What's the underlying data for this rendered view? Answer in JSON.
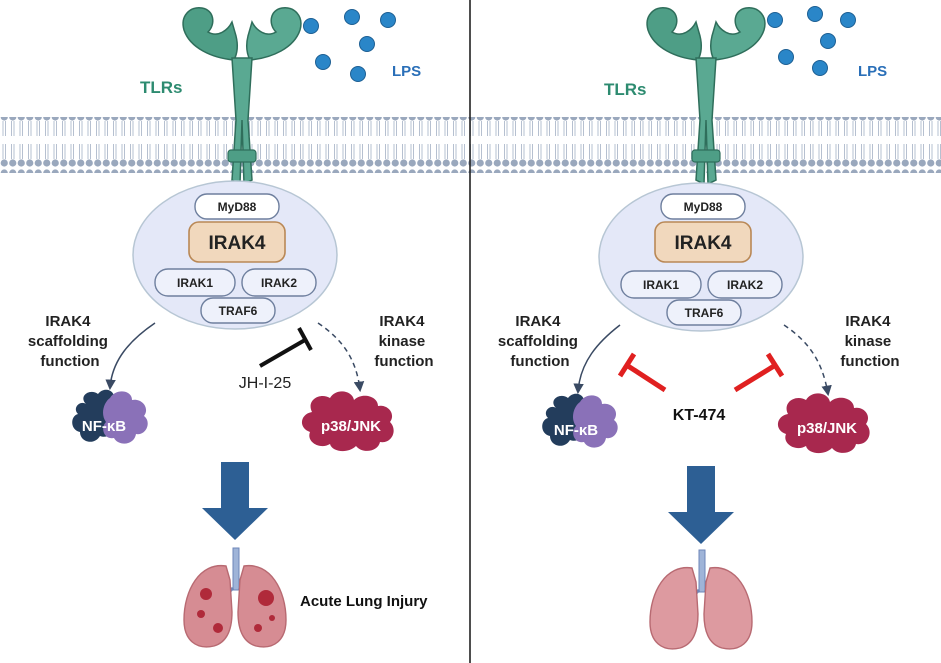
{
  "colors": {
    "tlr": "#4e9e86",
    "tlr_label": "#2d8b70",
    "lps": "#2a86c8",
    "lps_label": "#2a6fb8",
    "membrane": "#9aa8bd",
    "complex_fill": "#e4e8f8",
    "irak4_fill": "#f1d8bd",
    "irak4_stroke": "#b98856",
    "nfkb_dark": "#233d5c",
    "nfkb_light": "#8a71b8",
    "p38": "#a8284e",
    "inhibit_red": "#e02020",
    "big_arrow": "#2d5f94",
    "lung": "#d68c93"
  },
  "icons": [
    "tlr-receptor-icon",
    "lps-molecule-icon",
    "cell-membrane-icon",
    "nfkb-protein-icon",
    "p38-jnk-protein-icon",
    "lung-icon",
    "inhibition-icon"
  ],
  "left": {
    "tlr_label": "TLRs",
    "lps_label": "LPS",
    "complex": {
      "myd88": "MyD88",
      "irak4": "IRAK4",
      "irak1": "IRAK1",
      "irak2": "IRAK2",
      "traf6": "TRAF6"
    },
    "scaffold_label": [
      "IRAK4",
      "scaffolding",
      "function"
    ],
    "kinase_label": [
      "IRAK4",
      "kinase",
      "function"
    ],
    "inhibitor": "JH-I-25",
    "nfkb": "NF-κB",
    "p38": "p38/JNK",
    "outcome": "Acute Lung Injury"
  },
  "right": {
    "tlr_label": "TLRs",
    "lps_label": "LPS",
    "complex": {
      "myd88": "MyD88",
      "irak4": "IRAK4",
      "irak1": "IRAK1",
      "irak2": "IRAK2",
      "traf6": "TRAF6"
    },
    "scaffold_label": [
      "IRAK4",
      "scaffolding",
      "function"
    ],
    "kinase_label": [
      "IRAK4",
      "kinase",
      "function"
    ],
    "inhibitor": "KT-474",
    "nfkb": "NF-κB",
    "p38": "p38/JNK"
  }
}
